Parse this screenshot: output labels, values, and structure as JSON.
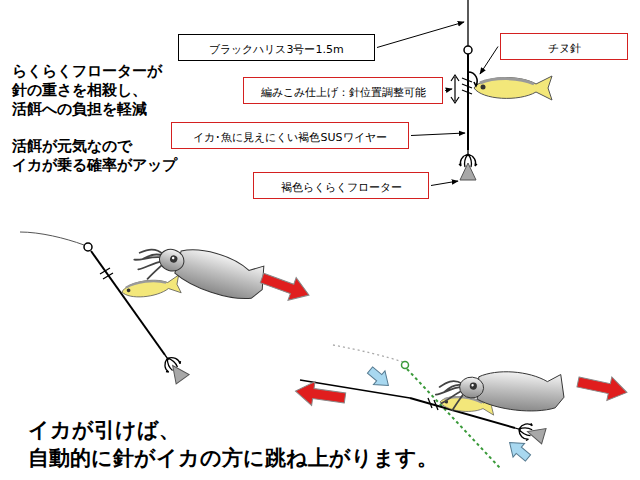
{
  "diagram": {
    "nodes": [
      {
        "text": [
          "ブラックハリス3号ー1.5m"
        ]
      },
      {
        "text": [
          "チヌ針"
        ]
      },
      {
        "text": [
          "編みこみ仕上げ：針位置調整可能"
        ]
      },
      {
        "text": [
          "イカ･魚に見えにくい褐色SUSワイヤー"
        ]
      },
      {
        "text": [
          "褐色らくらくフローター"
        ]
      }
    ],
    "labels": [
      "らくらくフローターが 針の重さを相殺し、 活餌への負担を軽減",
      "活餌が元気なので イカが乗る確率がアップ",
      "イカが引けば、 自動的に針がイカの方に跳ね上がります。"
    ]
  }
}
